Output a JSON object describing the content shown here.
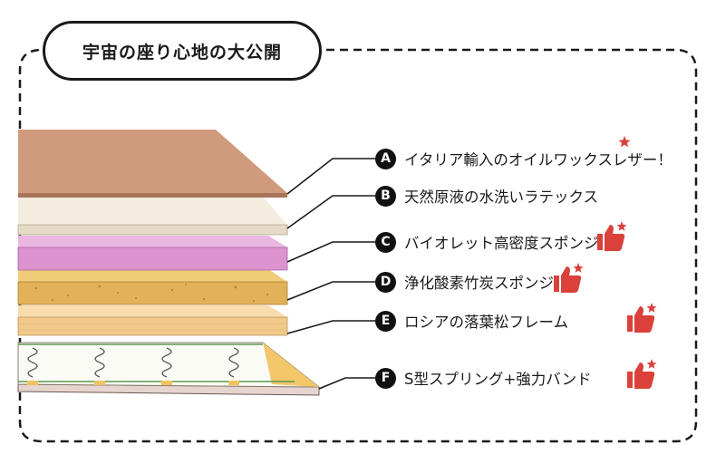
{
  "title": "宇宙の座り心地の大公開",
  "layers": [
    {
      "letter": "A",
      "name": "イタリア輸入のオイルワックスレザー！",
      "color": "#d09a7c"
    },
    {
      "letter": "B",
      "name": "天然原液の水洗いラテックス",
      "color": "#ece4d3"
    },
    {
      "letter": "C",
      "name": "バイオレット高密度スポンジ",
      "color": "#dc93d0"
    },
    {
      "letter": "D",
      "name": "浄化酸素竹炭スポンジ",
      "color": "#e3b55e"
    },
    {
      "letter": "E",
      "name": "ロシアの落葉松フレーム",
      "color": "#f2cb8f"
    },
    {
      "letter": "F",
      "name": "S型スプリング+強力バンド",
      "color": "#e3d2cd"
    }
  ],
  "colors": {
    "thumb": "#d9413a",
    "outline": "#1a1a1a",
    "spring_band": "#5e9a52"
  },
  "icons": [
    "badge-circle",
    "thumbs-up-icon",
    "star-icon"
  ]
}
